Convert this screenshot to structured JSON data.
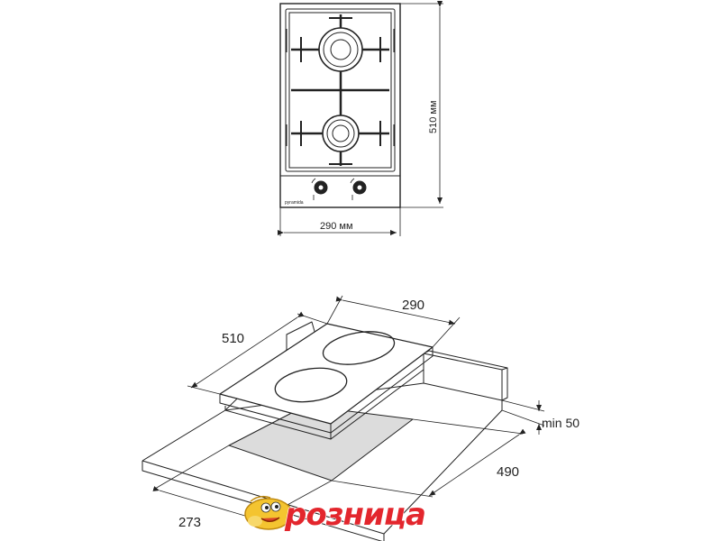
{
  "top_view": {
    "width_label": "290 мм",
    "height_label": "510 мм",
    "brand": "pyramida"
  },
  "iso_view": {
    "width_label": "290",
    "depth_label": "510",
    "cutout_depth_label": "490",
    "cutout_width_label": "273",
    "clearance_label": "min 50"
  },
  "watermark": {
    "text": "розница"
  },
  "colors": {
    "line": "#222222",
    "cutout": "#dcdcdc",
    "logo_fill": "#e3262d",
    "logo_outline": "#ffffff",
    "mascot": "#f4c430"
  }
}
